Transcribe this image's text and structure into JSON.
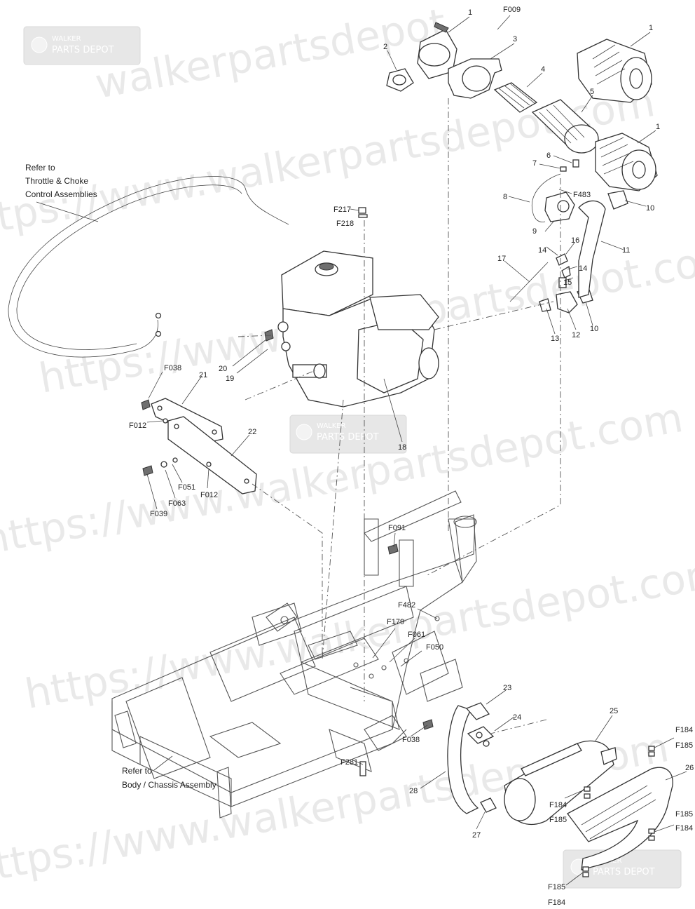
{
  "watermark": {
    "domain_text": "walkerpartsdepot",
    "url_text": "https://www.walkerpartsdepot.com",
    "logo_top": "WALKER",
    "logo_bottom": "PARTS DEPOT"
  },
  "notes": {
    "throttle_ref": [
      "Refer to",
      "Throttle & Choke",
      "Control Assemblies"
    ],
    "chassis_ref": [
      "Refer to",
      "Body / Chassis Assembly"
    ]
  },
  "callouts": {
    "c1a": "1",
    "F009": "F009",
    "c3": "3",
    "c2": "2",
    "c1b": "1",
    "c4": "4",
    "c5": "5",
    "c1c": "1",
    "c6": "6",
    "c7": "7",
    "c8": "8",
    "F483": "F483",
    "c10a": "10",
    "c9": "9",
    "c11": "11",
    "c16": "16",
    "c14a": "14",
    "c14b": "14",
    "c15": "15",
    "c17": "17",
    "c13": "13",
    "c12": "12",
    "c10b": "10",
    "F217": "F217",
    "F218": "F218",
    "c20": "20",
    "c19": "19",
    "F038a": "F038",
    "c21": "21",
    "F012a": "F012",
    "c22": "22",
    "c18": "18",
    "F051": "F051",
    "F063": "F063",
    "F012b": "F012",
    "F039": "F039",
    "F091": "F091",
    "F482": "F482",
    "F179": "F179",
    "F061": "F061",
    "F050": "F050",
    "F038b": "F038",
    "F281": "F281",
    "c23": "23",
    "c24": "24",
    "c25": "25",
    "c26": "26",
    "c28": "28",
    "c27": "27",
    "F184a": "F184",
    "F185a": "F185",
    "F184b": "F184",
    "F185b": "F185",
    "F185c": "F185",
    "F184c": "F184",
    "F185d": "F185",
    "F184d": "F184"
  }
}
